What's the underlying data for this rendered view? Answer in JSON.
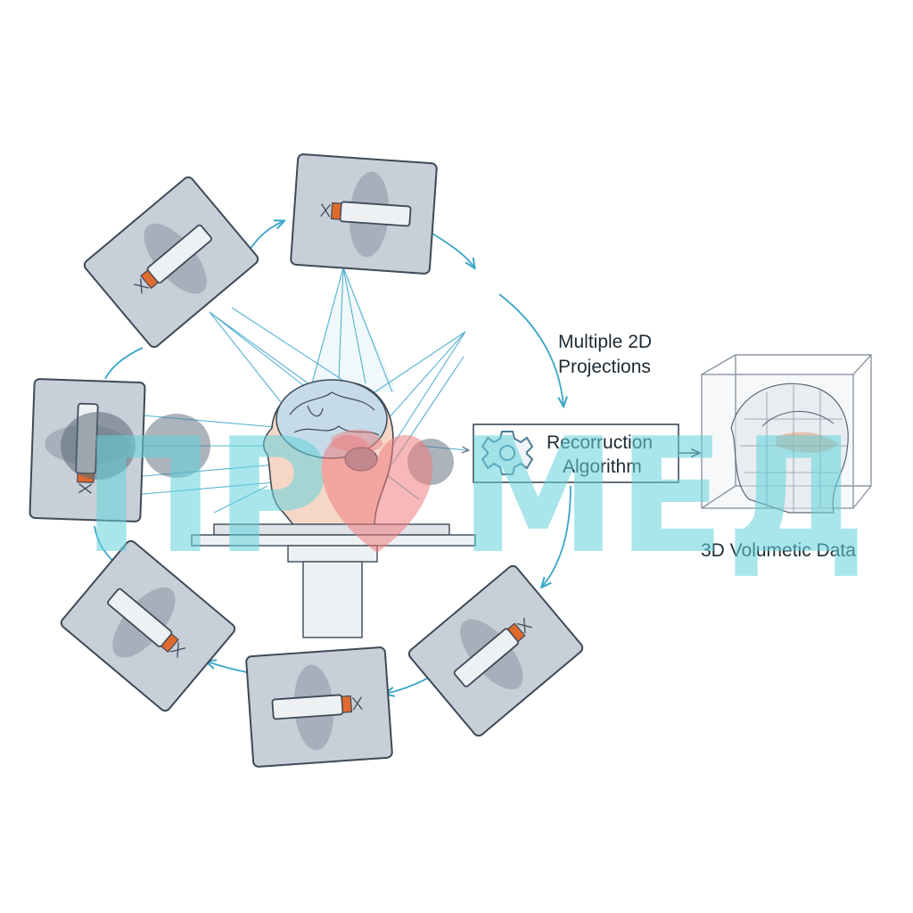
{
  "diagram": {
    "projections_label": [
      "Multiple 2D",
      "Projections"
    ],
    "algorithm_label": [
      "Recorruction",
      "Algorithm"
    ],
    "output_label": "3D Volumetic Data",
    "algorithm_icon": "gear-icon",
    "watermark": {
      "left": "ПР",
      "right": "МЕД",
      "symbol": "heart-icon"
    }
  },
  "colors": {
    "orbit": "#3aa6c8",
    "beam": "#3aa6c8",
    "panel_fill": "#c9cfd8",
    "panel_stroke": "#3d4a57",
    "source_fill": "#e9edf2",
    "source_tip": "#e06a2c",
    "brain": "#8fb3cf",
    "brain_accent": "#e98a8a",
    "skin": "#f6d7c7",
    "watermark_cyan": "#63d3dc",
    "watermark_heart": "#ef7d7d",
    "text": "#1e2a33"
  }
}
